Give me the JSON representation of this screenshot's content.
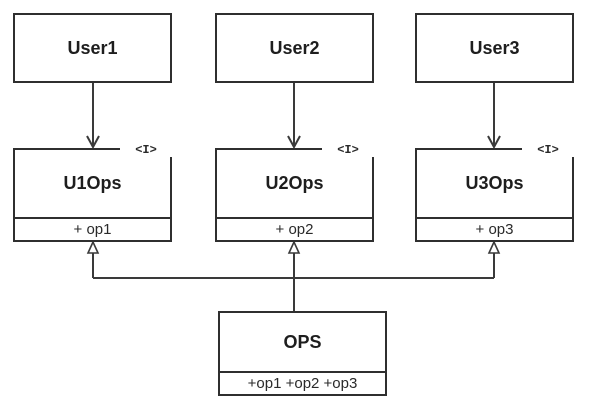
{
  "diagram": {
    "users": [
      {
        "label": "User1"
      },
      {
        "label": "User2"
      },
      {
        "label": "User3"
      }
    ],
    "interfaces": [
      {
        "name": "U1Ops",
        "stereotype": "<I>",
        "operation": "+ op1"
      },
      {
        "name": "U2Ops",
        "stereotype": "<I>",
        "operation": "+ op2"
      },
      {
        "name": "U3Ops",
        "stereotype": "<I>",
        "operation": "+ op3"
      }
    ],
    "implementation": {
      "name": "OPS",
      "operations": "+op1 +op2 +op3"
    },
    "colors": {
      "line": "#3a3a3a",
      "border": "#2f2f2f",
      "background": "#ffffff"
    }
  }
}
